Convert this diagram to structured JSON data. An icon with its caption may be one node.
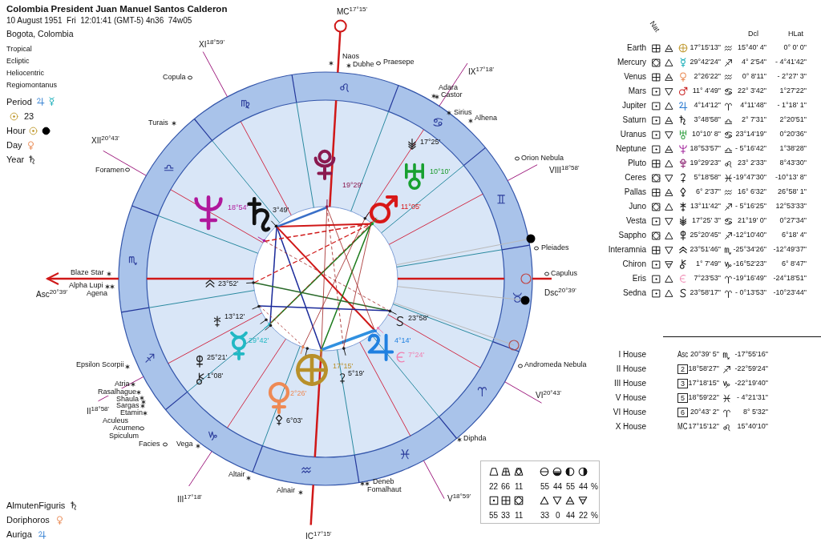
{
  "diagram": {
    "title": "Colombia President Juan Manuel Santos Calderon",
    "nodes": [
      {
        "text": [
          "22",
          "66",
          "11",
          "55",
          "44",
          "55",
          "44",
          "%",
          "55",
          "33",
          "11",
          "33",
          "0",
          "44",
          "22",
          "%"
        ]
      }
    ],
    "labels": [
      "10 August 1951  Fri  12:01:41 (GMT-5) 4n36  74w05",
      "Bogota, Colombia",
      "Tropical",
      "Ecliptic",
      "Heliocentric",
      "Regiomontanus",
      "Period",
      "23",
      "Hour",
      "Day",
      "Year",
      "MC$^{17°15'}$",
      "XI$^{18°59'}$",
      "Naos",
      "Dubhe",
      "Praesepe",
      "Copula",
      "IX$^{17°18'}$",
      "Adara",
      "Castor",
      "Turais",
      "Sirius",
      "Alhena",
      "XII$^{20°43'}$",
      "17°25'",
      "Orion Nebula",
      "Foramen",
      "10°10'",
      "VIII$^{18°58'}$",
      "19°29'",
      "18°54'",
      "3°49'",
      "11°05'",
      "Pleiades",
      "Blaze Star",
      "Capulus",
      "Alpha Lupi",
      "23°52'",
      "Asc$^{20°39'}$",
      "Agena",
      "Dsc$^{20°39'}$",
      "13°12'",
      "23°58'",
      "29°42'",
      "4°14'",
      "25°21'",
      "7°24'",
      "Epsilon Scorpii",
      "17°15'",
      "Andromeda Nebula",
      "1°08'",
      "5°19'",
      "Atria",
      "Rasalhague",
      "Shaula",
      "2°26'",
      "VI$^{20°43'}$",
      "II$^{18°58'}$",
      "Sargas",
      "Etamin",
      "Aculeus",
      "Acumen",
      "6°03'",
      "Spiculum",
      "Facies",
      "Vega",
      "Diphda",
      "Altair",
      "Deneb",
      "Alnair",
      "Fomalhaut",
      "III$^{17°18'}$",
      "V$^{18°59'}$",
      "IC$^{17°15'}$",
      "Nat",
      "Dcl",
      "HLat",
      "Earth",
      "17°15'13\"",
      "15°40' 4\"",
      "0° 0' 0\"",
      "Mercury",
      "29°42'24\"",
      "4° 2'54\"",
      "- 4°41'42\"",
      "Venus",
      "2°26'22\"",
      "0° 8'11\"",
      "- 2°27' 3\"",
      "Mars",
      "11° 4'49\"",
      "22° 3'42\"",
      "1°27'22\"",
      "Jupiter",
      "4°14'12\"",
      "4°11'48\"",
      "- 1°18' 1\"",
      "Saturn",
      "3°48'58\"",
      "2° 7'31\"",
      "2°20'51\"",
      "Uranus",
      "10°10' 8\"",
      "23°14'19\"",
      "0°20'36\"",
      "Neptune",
      "18°53'57\"",
      "- 5°16'42\"",
      "1°38'28\"",
      "Pluto",
      "19°29'23\"",
      "23° 2'33\"",
      "8°43'30\"",
      "Ceres",
      "5°18'58\"",
      "-19°47'30\"",
      "-10°13' 8\"",
      "Pallas",
      "6° 2'37\"",
      "16° 6'32\"",
      "26°58' 1\"",
      "Juno",
      "13°11'42\"",
      "- 5°16'25\"",
      "12°53'33\"",
      "Vesta",
      "17°25' 3\"",
      "21°19' 0\"",
      "0°27'34\"",
      "Sappho",
      "25°20'45\"",
      "-12°10'40\"",
      "6°18' 4\"",
      "Interamnia",
      "23°51'46\"",
      "-25°34'26\"",
      "-12°49'37\"",
      "Chiron",
      "1° 7'49\"",
      "-16°52'23\"",
      "6° 8'47\"",
      "Eris",
      "7°23'53\"",
      "-19°16'49\"",
      "-24°18'51\"",
      "Sedna",
      "23°58'17\"",
      "- 0°13'53\"",
      "-10°23'44\"",
      "I House",
      "Asc",
      "20°39' 5\"",
      "-17°55'16\"",
      "II House",
      "2",
      "18°58'27\"",
      "-22°59'24\"",
      "III House",
      "3",
      "17°18'15\"",
      "-22°19'40\"",
      "V House",
      "5",
      "18°59'22\"",
      "- 4°21'31\"",
      "VI House",
      "6",
      "20°43' 2\"",
      "8° 5'32\"",
      "X House",
      "MC",
      "17°15'12\"",
      "15°40'10\"",
      "AlmutenFiguris",
      "Doriphoros",
      "Auriga"
    ]
  }
}
